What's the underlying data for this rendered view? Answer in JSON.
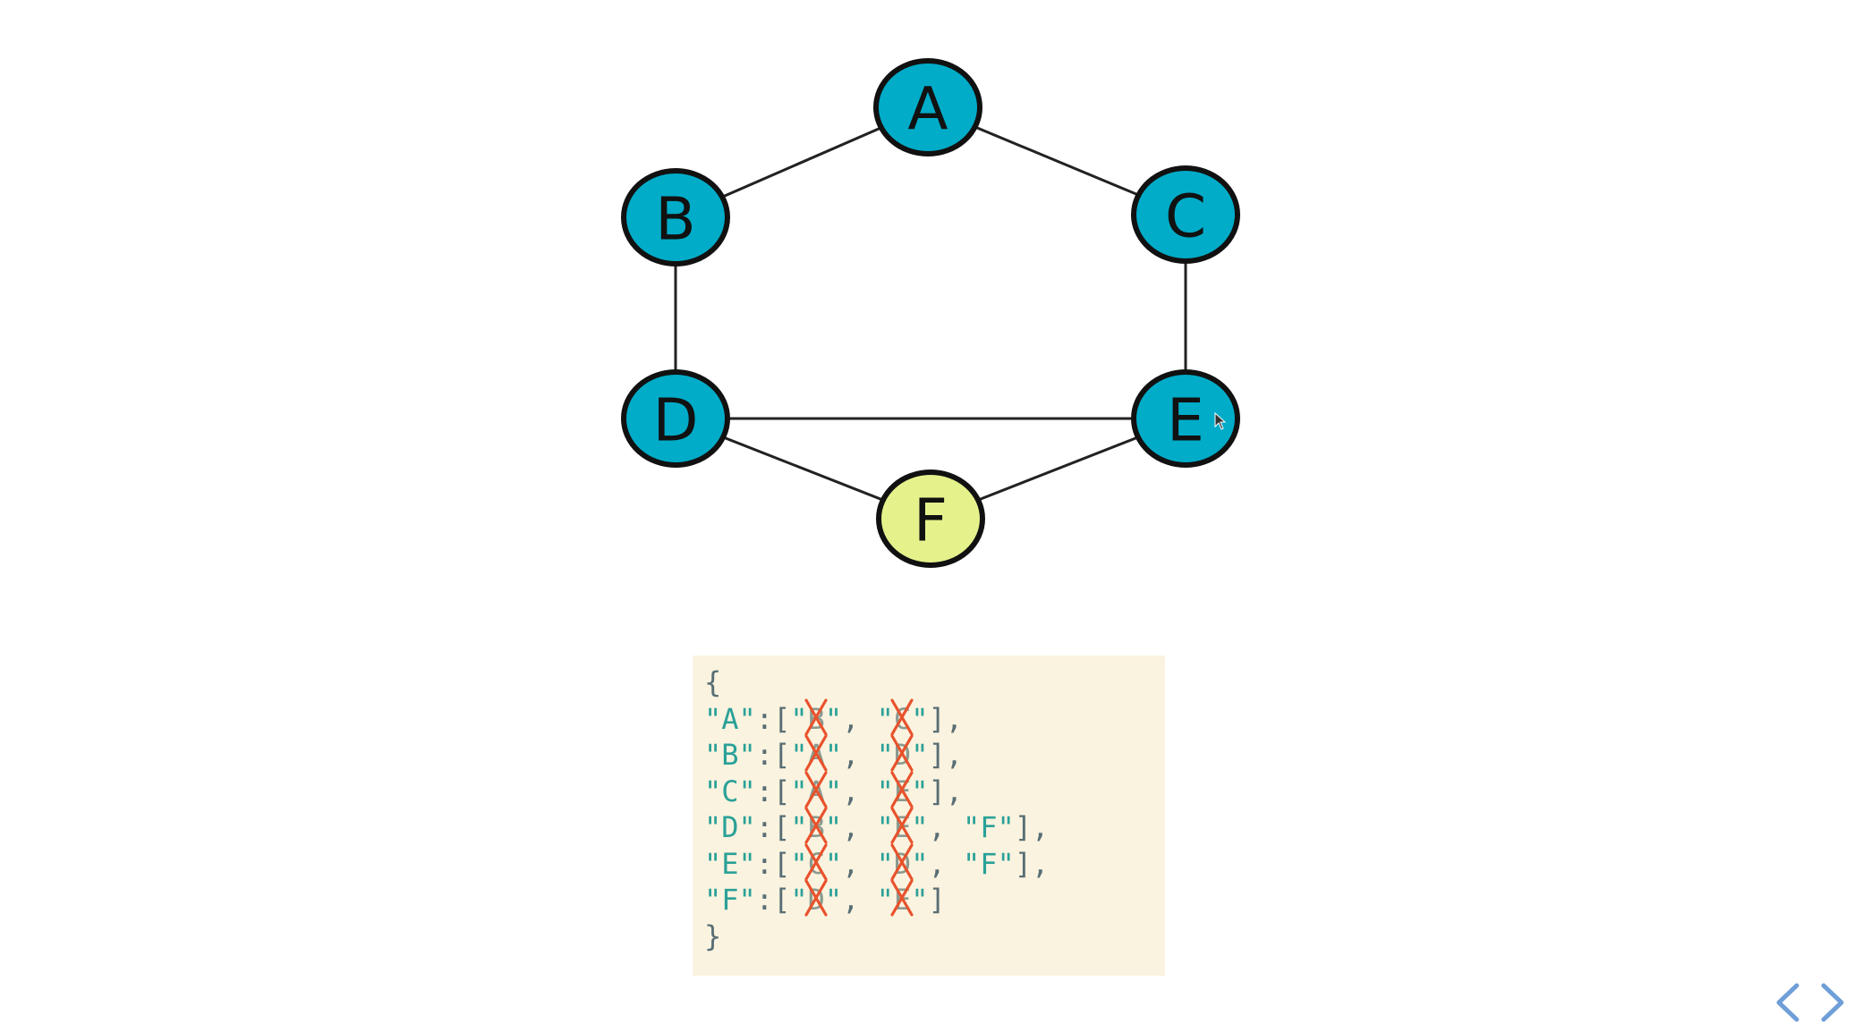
{
  "graph": {
    "nodes": [
      {
        "id": "A",
        "label": "A",
        "fill": "#00acc8",
        "state": "default"
      },
      {
        "id": "B",
        "label": "B",
        "fill": "#00acc8",
        "state": "default"
      },
      {
        "id": "C",
        "label": "C",
        "fill": "#00acc8",
        "state": "default"
      },
      {
        "id": "D",
        "label": "D",
        "fill": "#00acc8",
        "state": "default"
      },
      {
        "id": "E",
        "label": "E",
        "fill": "#00acc8",
        "state": "default"
      },
      {
        "id": "F",
        "label": "F",
        "fill": "#e5f28c",
        "state": "highlighted"
      }
    ],
    "edges": [
      [
        "A",
        "B"
      ],
      [
        "A",
        "C"
      ],
      [
        "B",
        "D"
      ],
      [
        "C",
        "E"
      ],
      [
        "D",
        "E"
      ],
      [
        "D",
        "F"
      ],
      [
        "E",
        "F"
      ]
    ],
    "node_stroke": "#111111",
    "edge_color": "#222222"
  },
  "adjacency": {
    "open_brace": "{",
    "close_brace": "}",
    "entries": [
      {
        "key": "A",
        "neighbors": [
          {
            "v": "B",
            "crossed": true
          },
          {
            "v": "C",
            "crossed": true
          }
        ],
        "trailing": ","
      },
      {
        "key": "B",
        "neighbors": [
          {
            "v": "A",
            "crossed": true
          },
          {
            "v": "D",
            "crossed": true
          }
        ],
        "trailing": ","
      },
      {
        "key": "C",
        "neighbors": [
          {
            "v": "A",
            "crossed": true
          },
          {
            "v": "E",
            "crossed": true
          }
        ],
        "trailing": ","
      },
      {
        "key": "D",
        "neighbors": [
          {
            "v": "B",
            "crossed": true
          },
          {
            "v": "E",
            "crossed": true
          },
          {
            "v": "F",
            "crossed": false
          }
        ],
        "trailing": ","
      },
      {
        "key": "E",
        "neighbors": [
          {
            "v": "C",
            "crossed": true
          },
          {
            "v": "D",
            "crossed": true
          },
          {
            "v": "F",
            "crossed": false
          }
        ],
        "trailing": ","
      },
      {
        "key": "F",
        "neighbors": [
          {
            "v": "D",
            "crossed": true
          },
          {
            "v": "E",
            "crossed": true
          }
        ],
        "trailing": ""
      }
    ],
    "background": "#faf3df",
    "text_color": "#2aa198",
    "cross_color": "#e8522c"
  },
  "nav": {
    "prev_icon": "chevron-left-icon",
    "next_icon": "chevron-right-icon",
    "color": "#6f9fd8"
  },
  "cursor": {
    "icon": "mouse-pointer-icon"
  }
}
